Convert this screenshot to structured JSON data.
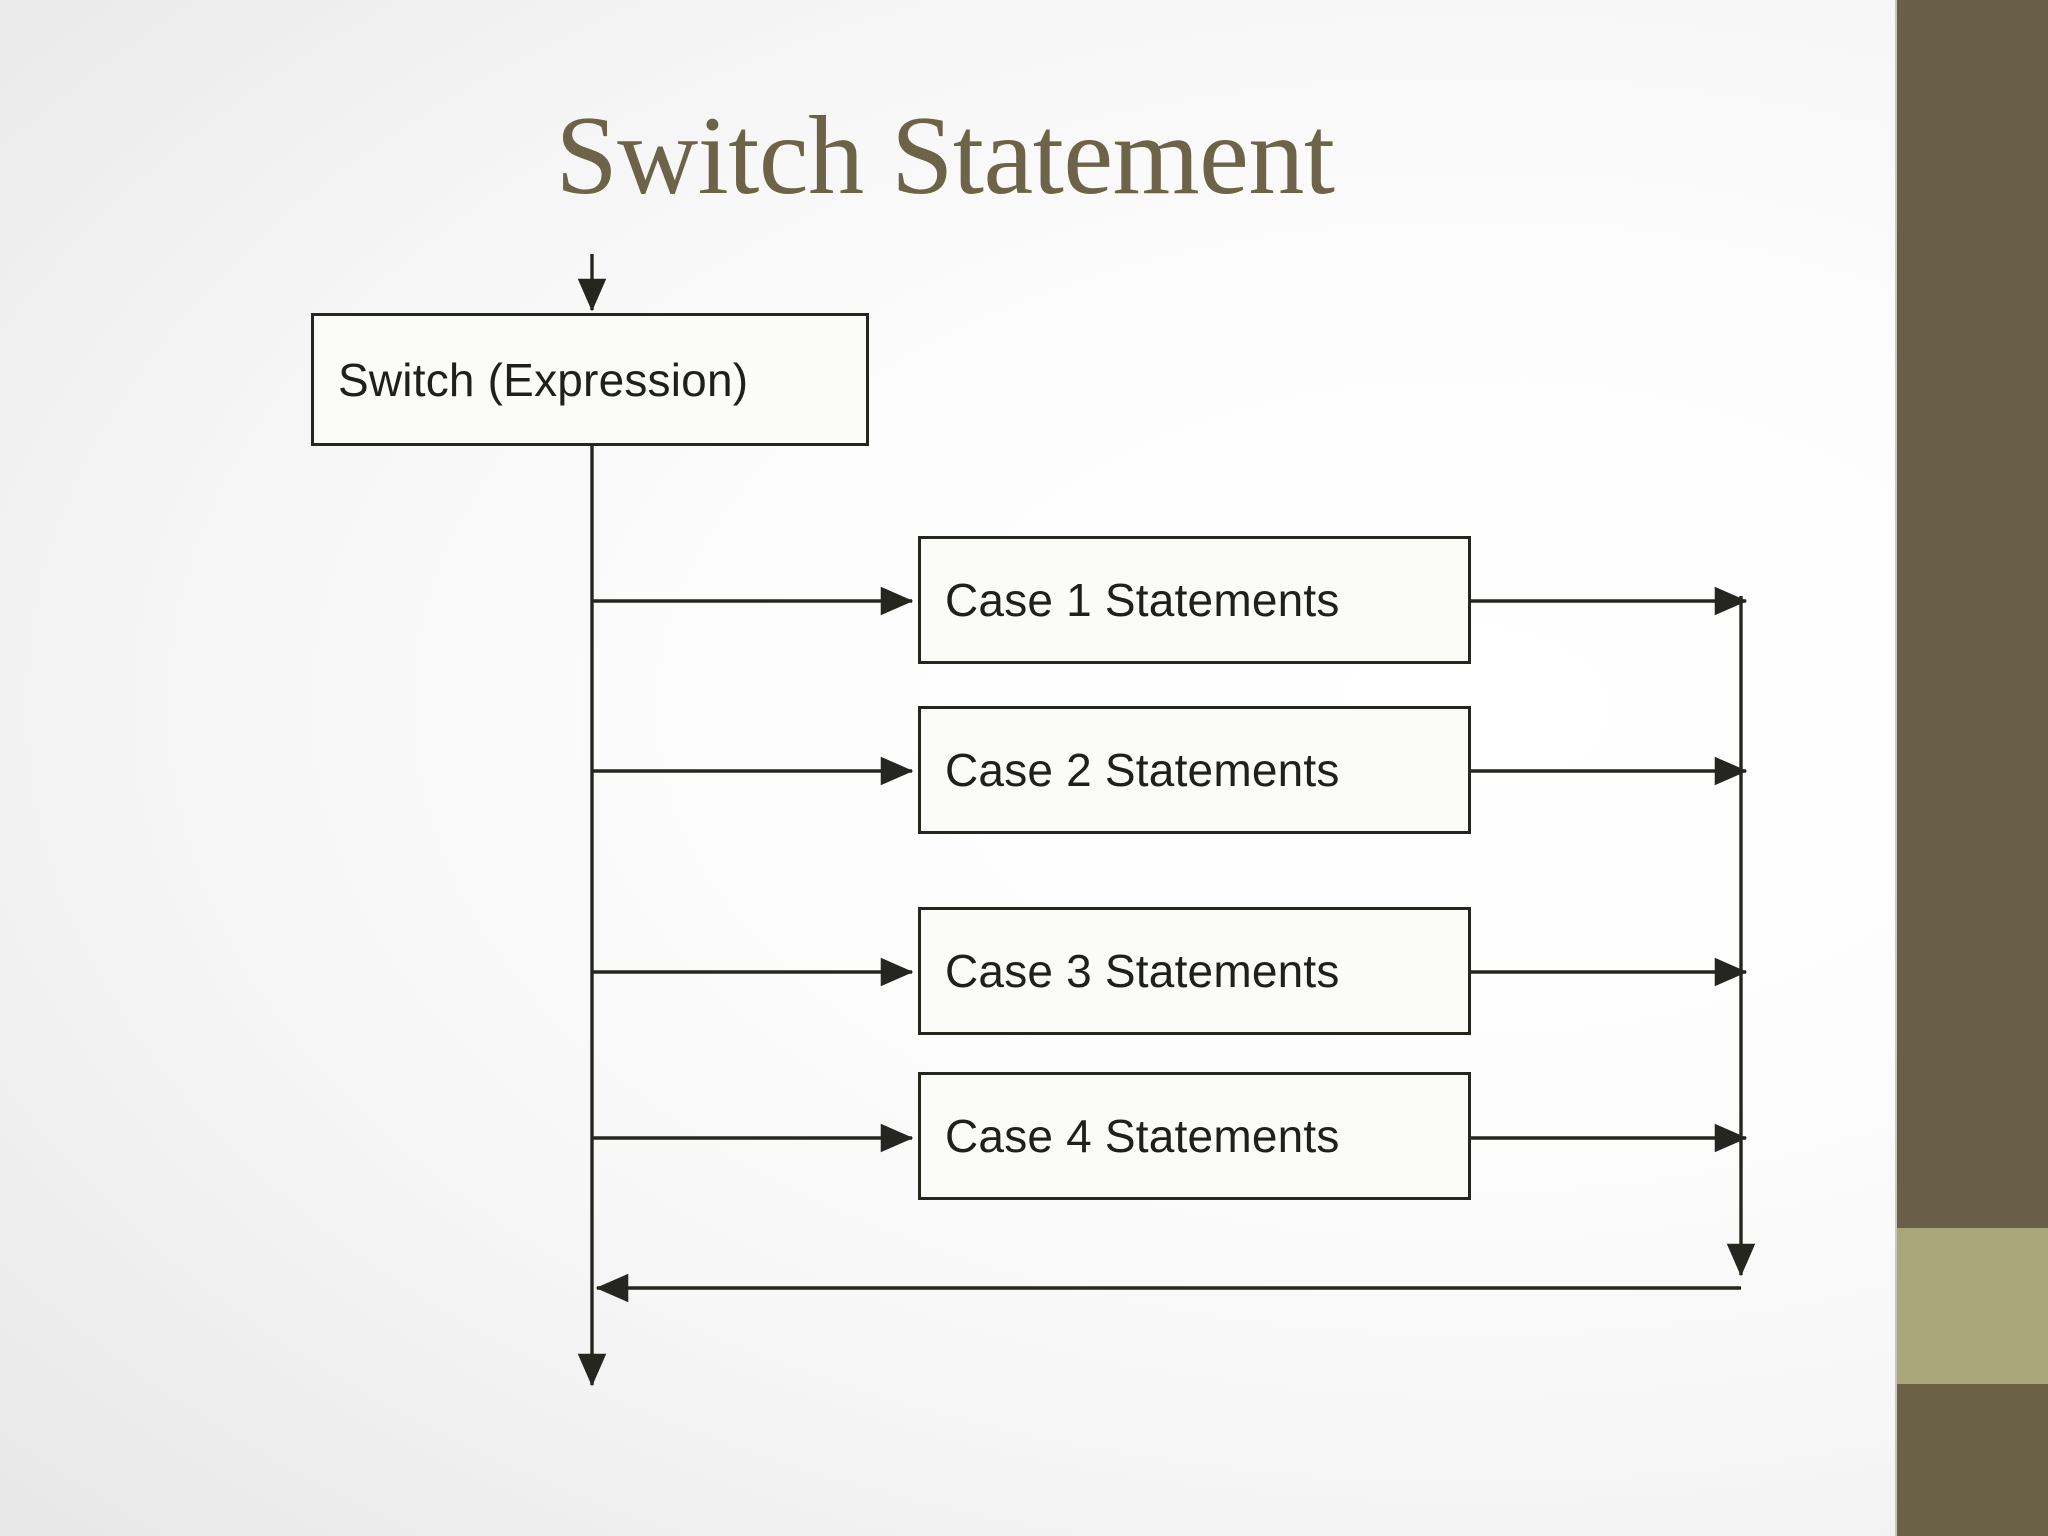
{
  "slide": {
    "title": "Switch Statement",
    "title_color": "#6C6348",
    "background_color": "#F2F2F2"
  },
  "sidebar": {
    "band_dark_color": "#695F48",
    "band_light_color": "#A9A67C"
  },
  "diagram": {
    "type": "flowchart",
    "nodes": [
      {
        "id": "switch",
        "label": "Switch (Expression)"
      },
      {
        "id": "case1",
        "label": "Case 1 Statements"
      },
      {
        "id": "case2",
        "label": "Case 2 Statements"
      },
      {
        "id": "case3",
        "label": "Case 3 Statements"
      },
      {
        "id": "case4",
        "label": "Case 4 Statements"
      }
    ],
    "line_color": "#262621",
    "node_fill": "#FBFBF9"
  }
}
